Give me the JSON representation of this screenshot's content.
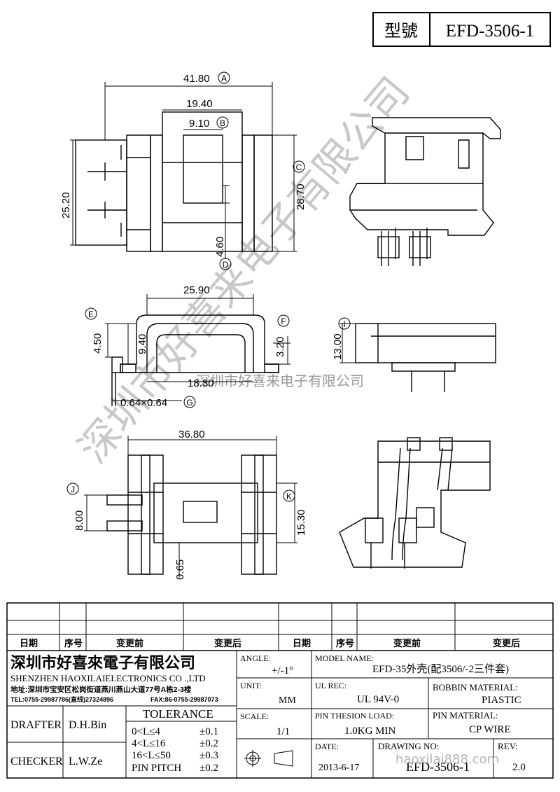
{
  "title_block": {
    "model_label": "型號",
    "model": "EFD-3506-1"
  },
  "dimensions": {
    "a": "41.80",
    "a_tag": "A",
    "w2": "19.40",
    "b": "9.10",
    "b_tag": "B",
    "h1": "25.20",
    "c": "28.70",
    "c_tag": "C",
    "d": "4.60",
    "d_tag": "D",
    "w3": "25.90",
    "e": "4.50",
    "e_tag": "E",
    "h2": "9.40",
    "f": "3.20",
    "f_tag": "F",
    "g_w": "18.30",
    "g": "0.64×0.64",
    "g_tag": "G",
    "i": "13.00",
    "i_tag": "I",
    "w4": "36.80",
    "j": "8.00",
    "j_tag": "J",
    "k": "15.30",
    "k_tag": "K",
    "m": "0.65"
  },
  "watermark": {
    "diagonal": "深圳市好喜来电子有限公司",
    "center": "深圳市好喜来电子有限公司",
    "site": "haoxilai888.com"
  },
  "revision_headers": {
    "date": "日期",
    "no": "序号",
    "before": "变更前",
    "after": "变更后"
  },
  "company": {
    "cn": "深圳市好喜來電子有限公司",
    "en": "SHENZHEN HAOXILAIELECTRONICS CO .,LTD",
    "address": "地址:深圳市宝安区松岗街道燕川燕山大道77号A栋2-3楼",
    "phone": "TEL:0755-29987786(直线)27324896",
    "fax": "FAX:86-0755-29987073"
  },
  "people": {
    "drafter_label": "DRAFTER",
    "drafter": "D.H.Bin",
    "checker_label": "CHECKER",
    "checker": "L.W.Ze"
  },
  "tolerance": {
    "title": "TOLERANCE",
    "rows": [
      {
        "range": "0<L≤4",
        "value": "±0.1"
      },
      {
        "range": "4<L≤16",
        "value": "±0.2"
      },
      {
        "range": "16<L≤50",
        "value": "±0.3"
      },
      {
        "range": "PIN PITCH",
        "value": "±0.2"
      }
    ]
  },
  "fields": {
    "angle_label": "ANGLE:",
    "angle": "+/-1°",
    "unit_label": "UNIT:",
    "unit": "MM",
    "scale_label": "SCALE:",
    "scale": "1/1",
    "model_name_label": "MODEL NAME:",
    "model_name": "EFD-35外壳(配3506/-2三件套)",
    "ul_label": "UL REC:",
    "ul": "UL 94V-0",
    "bobbin_label": "BOBBIN MATERIAL:",
    "bobbin": "PIASTIC",
    "pin_load_label": "PIN THESION LOAD:",
    "pin_load": "1.0KG MIN",
    "pin_mat_label": "PIN MATERIAL:",
    "pin_mat": "CP  WIRE",
    "date_label": "DATE:",
    "date": "2013-6-17",
    "drawing_label": "DRAWING NO:",
    "drawing": "EFD-3506-1",
    "rev_label": "REV:",
    "rev": "2.0"
  }
}
